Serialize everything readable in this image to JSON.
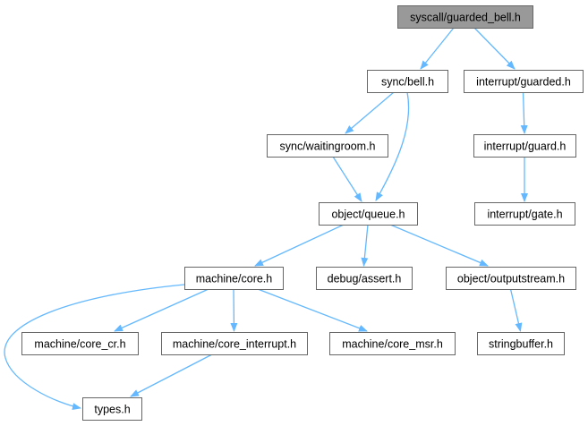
{
  "diagram": {
    "type": "include-dependency-graph",
    "colors": {
      "root_fill": "#999999",
      "node_fill": "#ffffff",
      "node_border": "#666666",
      "edge": "#63b8ff"
    },
    "nodes": [
      {
        "id": "syscall_guarded_bell",
        "label": "syscall/guarded_bell.h",
        "root": true
      },
      {
        "id": "sync_bell",
        "label": "sync/bell.h"
      },
      {
        "id": "interrupt_guarded",
        "label": "interrupt/guarded.h"
      },
      {
        "id": "sync_waitingroom",
        "label": "sync/waitingroom.h"
      },
      {
        "id": "interrupt_guard",
        "label": "interrupt/guard.h"
      },
      {
        "id": "object_queue",
        "label": "object/queue.h"
      },
      {
        "id": "interrupt_gate",
        "label": "interrupt/gate.h"
      },
      {
        "id": "machine_core",
        "label": "machine/core.h"
      },
      {
        "id": "debug_assert",
        "label": "debug/assert.h"
      },
      {
        "id": "object_outputstream",
        "label": "object/outputstream.h"
      },
      {
        "id": "machine_core_cr",
        "label": "machine/core_cr.h"
      },
      {
        "id": "machine_core_interrupt",
        "label": "machine/core_interrupt.h"
      },
      {
        "id": "machine_core_msr",
        "label": "machine/core_msr.h"
      },
      {
        "id": "stringbuffer",
        "label": "stringbuffer.h"
      },
      {
        "id": "types",
        "label": "types.h"
      }
    ],
    "edges": [
      {
        "from": "syscall_guarded_bell",
        "to": "sync_bell"
      },
      {
        "from": "syscall_guarded_bell",
        "to": "interrupt_guarded"
      },
      {
        "from": "sync_bell",
        "to": "sync_waitingroom"
      },
      {
        "from": "sync_bell",
        "to": "object_queue"
      },
      {
        "from": "sync_waitingroom",
        "to": "object_queue"
      },
      {
        "from": "interrupt_guarded",
        "to": "interrupt_guard"
      },
      {
        "from": "interrupt_guard",
        "to": "interrupt_gate"
      },
      {
        "from": "object_queue",
        "to": "machine_core"
      },
      {
        "from": "object_queue",
        "to": "debug_assert"
      },
      {
        "from": "object_queue",
        "to": "object_outputstream"
      },
      {
        "from": "machine_core",
        "to": "machine_core_cr"
      },
      {
        "from": "machine_core",
        "to": "machine_core_interrupt"
      },
      {
        "from": "machine_core",
        "to": "machine_core_msr"
      },
      {
        "from": "machine_core",
        "to": "types"
      },
      {
        "from": "machine_core_interrupt",
        "to": "types"
      },
      {
        "from": "object_outputstream",
        "to": "stringbuffer"
      }
    ]
  }
}
